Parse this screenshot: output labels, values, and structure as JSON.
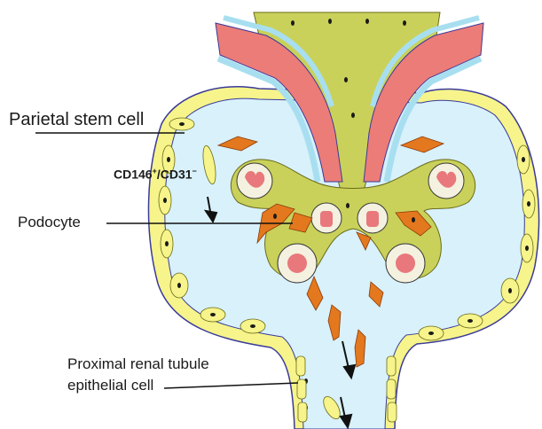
{
  "labels": {
    "parietal": "Parietal stem cell",
    "cd146": "CD146",
    "cd146_sup": "+",
    "cd31": "CD31",
    "cd31_sup": "−",
    "podocyte": "Podocyte",
    "proximal_line1": "Proximal renal tubule",
    "proximal_line2": "epithelial cell"
  },
  "colors": {
    "capsule_space": "#d8f1fb",
    "epithelium": "#f6f48a",
    "mesangium": "#c9d15a",
    "capillary_wall": "#f4f1e0",
    "capillary_lumen": "#e8787c",
    "arteriole": "#ec7c78",
    "podocyte": "#e3781e",
    "nucleus": "#1a1a1a",
    "membrane": "#3a3a9a",
    "endothelium": "#a8dff0"
  }
}
